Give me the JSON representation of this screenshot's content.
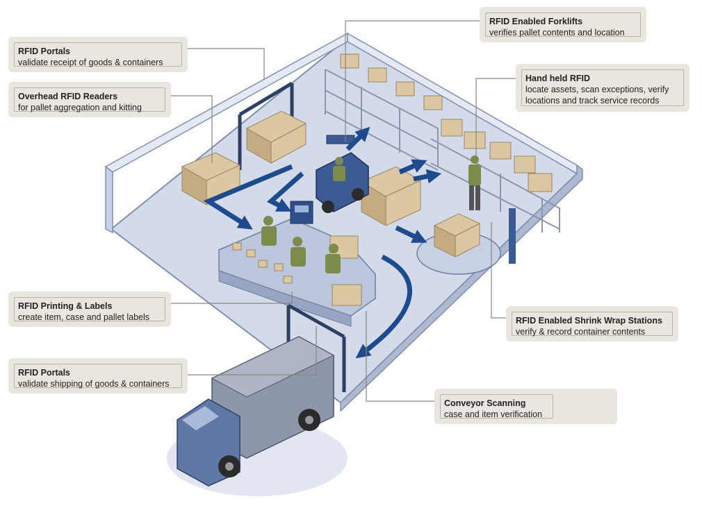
{
  "callouts": {
    "portals_in": {
      "title": "RFID Portals",
      "desc": [
        "validate receipt of goods & containers"
      ]
    },
    "overhead": {
      "title": "Overhead RFID Readers",
      "desc": [
        "for pallet aggregation and kitting"
      ]
    },
    "forklifts": {
      "title": "RFID Enabled Forklifts",
      "desc": [
        "verifies pallet contents and location"
      ]
    },
    "handheld": {
      "title": "Hand held RFID",
      "desc": [
        "locate assets, scan exceptions, verify",
        "locations and track service records"
      ]
    },
    "printing": {
      "title": "RFID Printing & Labels",
      "desc": [
        "create item, case and pallet labels"
      ]
    },
    "shrink": {
      "title": "RFID Enabled Shrink Wrap Stations",
      "desc": [
        "verify & record container contents"
      ]
    },
    "portals_out": {
      "title": "RFID Portals",
      "desc": [
        "validate shipping of goods & containers"
      ]
    },
    "conveyor": {
      "title": "Conveyor Scanning",
      "desc": [
        "case and item verification"
      ]
    }
  },
  "colors": {
    "floor": "#d3dbea",
    "wall": "#e4e9f3",
    "wall_edge": "#7e8fb0",
    "arrow": "#1f4b8e",
    "box": "#dcc7a3",
    "box_dark": "#c5ab82",
    "worker": "#7c8a4a",
    "callout_bg": "#e9e5df",
    "truck": "#8e97aa",
    "truck_cab": "#5f78a6"
  }
}
